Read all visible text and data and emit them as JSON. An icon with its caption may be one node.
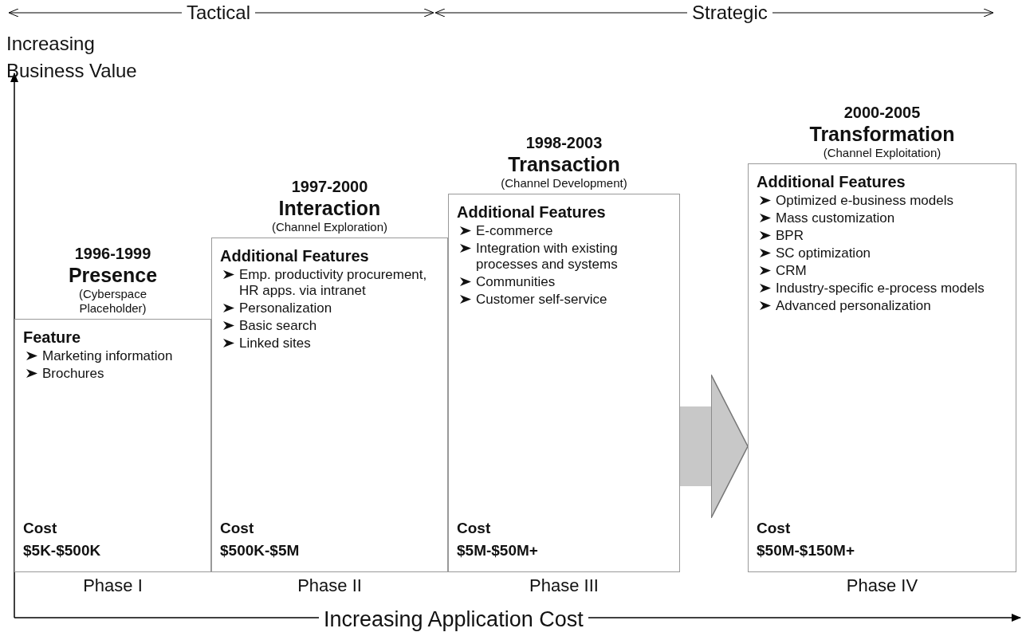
{
  "diagram": {
    "nodes": [
      {
        "text": [
          "1996-1999",
          "Presence",
          "(Cyberspace Placeholder)",
          "Feature",
          "Marketing information",
          "Brochures",
          "Cost",
          "$5K-$500K"
        ],
        "beside": [
          "Phase I"
        ]
      },
      {
        "text": [
          "1997-2000",
          "Interaction",
          "(Channel Exploration)",
          "Additional Features",
          "Emp. productivity procurement, HR apps. via intranet",
          "Personalization",
          "Basic search",
          "Linked sites",
          "Cost",
          "$500K-$5M"
        ],
        "beside": [
          "Phase II"
        ]
      },
      {
        "text": [
          "1998-2003",
          "Transaction",
          "(Channel Development)",
          "Additional Features",
          "E-commerce",
          "Integration with existing processes and systems",
          "Communities",
          "Customer self-service",
          "Cost",
          "$5M-$50M+"
        ],
        "beside": [
          "Phase III"
        ]
      },
      {
        "text": [
          "2000-2005",
          "Transformation",
          "(Channel Exploitation)",
          "Additional Features",
          "Optimized e-business models",
          "Mass customization",
          "BPR",
          "SC optimization",
          "CRM",
          "Industry-specific e-process models",
          "Advanced personalization",
          "Cost",
          "$50M-$150M+"
        ],
        "beside": [
          "Phase IV"
        ]
      }
    ],
    "edges": [
      {
        "from": 2,
        "to": 3,
        "arrow": "to"
      }
    ],
    "labels": [
      "Tactical",
      "Strategic",
      "Increasing Business Value",
      "Increasing Application Cost"
    ]
  }
}
